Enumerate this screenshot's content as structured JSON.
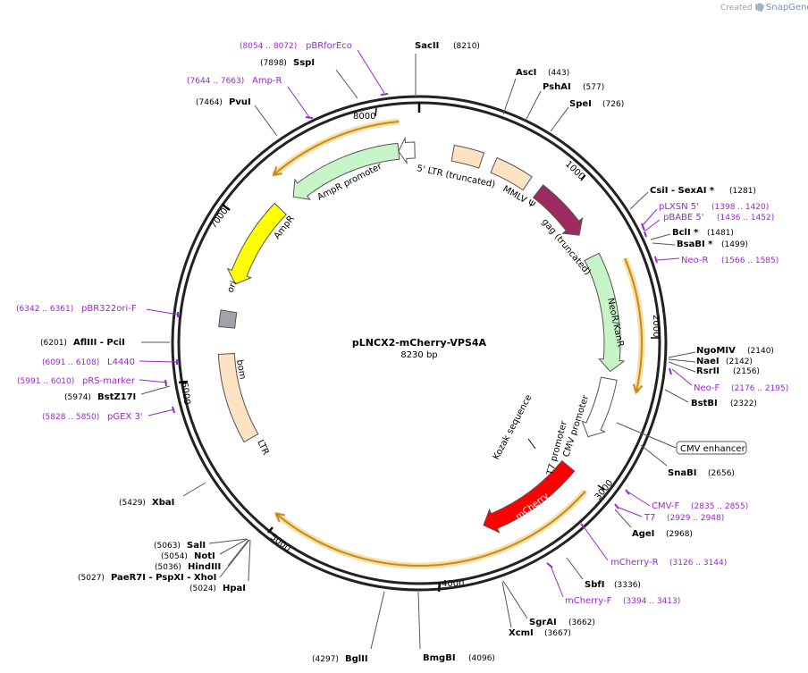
{
  "branding": {
    "created_by": "Created by",
    "app": "SnapGene"
  },
  "plasmid": {
    "name": "pLNCX2-mCherry-VPS4A",
    "length": "8230 bp",
    "total": 8230
  },
  "ticks": [
    "1000",
    "2000",
    "3000",
    "4000",
    "5000",
    "6000",
    "7000",
    "8000"
  ],
  "features": [
    {
      "name": "5' LTR (truncated)",
      "start": 230,
      "end": 430,
      "color": "#fde2c4",
      "type": "box"
    },
    {
      "name": "MMLV Ψ",
      "start": 520,
      "end": 780,
      "color": "#fde2c4",
      "type": "box"
    },
    {
      "name": "gag (truncated)",
      "start": 870,
      "end": 1280,
      "color": "#9c2c60",
      "type": "arrow",
      "dir": 1
    },
    {
      "name": "NeoR/KanR",
      "start": 1450,
      "end": 2250,
      "color": "#c8f5c8",
      "type": "arrow",
      "dir": 1
    },
    {
      "name": "CMV promoter",
      "start": 2300,
      "end": 2720,
      "color": "#ffffff",
      "type": "arrow",
      "dir": 1
    },
    {
      "name": "mCherry",
      "start": 2960,
      "end": 3670,
      "color": "#ff0000",
      "type": "arrow",
      "dir": 1
    },
    {
      "name": "LTR",
      "start": 5500,
      "end": 6100,
      "color": "#fde2c4",
      "type": "box"
    },
    {
      "name": "bom",
      "start": 6280,
      "end": 6390,
      "color": "#a0a4a8",
      "type": "box"
    },
    {
      "name": "ori",
      "start": 6580,
      "end": 7180,
      "color": "#ffff00",
      "type": "arrow",
      "dir": -1
    },
    {
      "name": "AmpR",
      "start": 7300,
      "end": 8090,
      "color": "#c8f5c8",
      "type": "arrow",
      "dir": -1
    },
    {
      "name": "AmpR promoter",
      "start": 8090,
      "end": 8200,
      "color": "#ffffff",
      "type": "arrow",
      "dir": -1
    }
  ],
  "orf_arcs": [
    {
      "start": 1545,
      "end": 2350
    },
    {
      "start": 3010,
      "end": 5030
    },
    {
      "start": 7295,
      "end": 8110
    }
  ],
  "restriction_sites": [
    {
      "name": "SacII",
      "pos": "(8210)"
    },
    {
      "name": "AscI",
      "pos": "(443)"
    },
    {
      "name": "PshAI",
      "pos": "(577)"
    },
    {
      "name": "SpeI",
      "pos": "(726)"
    },
    {
      "name": "CsiI  - SexAI *",
      "pos": "(1281)"
    },
    {
      "name": "BclI *",
      "pos": "(1481)"
    },
    {
      "name": "BsaBI *",
      "pos": "(1499)"
    },
    {
      "name": "NgoMIV",
      "pos": "(2140)"
    },
    {
      "name": "NaeI",
      "pos": "(2142)"
    },
    {
      "name": "RsrII",
      "pos": "(2156)"
    },
    {
      "name": "BstBI",
      "pos": "(2322)"
    },
    {
      "name": "SnaBI",
      "pos": "(2656)"
    },
    {
      "name": "AgeI",
      "pos": "(2968)"
    },
    {
      "name": "SbfI",
      "pos": "(3336)"
    },
    {
      "name": "SgrAI",
      "pos": "(3662)"
    },
    {
      "name": "XcmI",
      "pos": "(3667)"
    },
    {
      "name": "BmgBI",
      "pos": "(4096)"
    },
    {
      "name": "BglII",
      "pos": "(4297)"
    },
    {
      "name": "HpaI",
      "pos": "(5024)"
    },
    {
      "name": "PaeR7I  - PspXI  - XhoI",
      "pos": "(5027)"
    },
    {
      "name": "HindIII",
      "pos": "(5036)"
    },
    {
      "name": "NotI",
      "pos": "(5054)"
    },
    {
      "name": "SalI",
      "pos": "(5063)"
    },
    {
      "name": "XbaI",
      "pos": "(5429)"
    },
    {
      "name": "BstZ17I",
      "pos": "(5974)"
    },
    {
      "name": "AflIII  - PciI",
      "pos": "(6201)"
    },
    {
      "name": "PvuI",
      "pos": "(7464)"
    },
    {
      "name": "SspI",
      "pos": "(7898)"
    }
  ],
  "primers": [
    {
      "name": "pBRforEco",
      "pos": "(8054 .. 8072)"
    },
    {
      "name": "Amp-R",
      "pos": "(7644 .. 7663)"
    },
    {
      "name": "pLXSN 5'",
      "pos": "(1398 .. 1420)"
    },
    {
      "name": "pBABE 5'",
      "pos": "(1436 .. 1452)"
    },
    {
      "name": "Neo-R",
      "pos": "(1566 .. 1585)"
    },
    {
      "name": "Neo-F",
      "pos": "(2176 .. 2195)"
    },
    {
      "name": "CMV-F",
      "pos": "(2835 .. 2855)"
    },
    {
      "name": "T7",
      "pos": "(2929 .. 2948)"
    },
    {
      "name": "mCherry-R",
      "pos": "(3126 .. 3144)"
    },
    {
      "name": "mCherry-F",
      "pos": "(3394 .. 3413)"
    },
    {
      "name": "pBR322ori-F",
      "pos": "(6342 .. 6361)"
    },
    {
      "name": "L4440",
      "pos": "(6091 .. 6108)"
    },
    {
      "name": "pRS-marker",
      "pos": "(5991 .. 6010)"
    },
    {
      "name": "pGEX 3'",
      "pos": "(5828 .. 5850)"
    }
  ],
  "inner_labels": {
    "kozak": "Kozak sequence",
    "t7": "T7 promoter"
  },
  "boxed_label": "CMV enhancer"
}
